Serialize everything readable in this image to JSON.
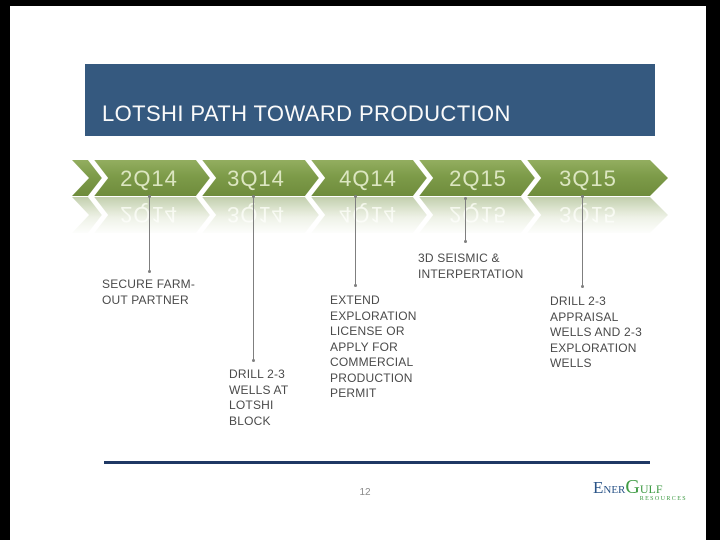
{
  "slide": {
    "title": "LOTSHI PATH TOWARD PRODUCTION",
    "page_number": "12"
  },
  "timeline": {
    "milestones": [
      {
        "quarter": "2Q14",
        "description": "SECURE FARM-\nOUT PARTNER"
      },
      {
        "quarter": "3Q14",
        "description": "DRILL 2-3\nWELLS AT\nLOTSHI\nBLOCK"
      },
      {
        "quarter": "4Q14",
        "description": "EXTEND\nEXPLORATION\nLICENSE OR\nAPPLY FOR\nCOMMERCIAL\nPRODUCTION\nPERMIT"
      },
      {
        "quarter": "2Q15",
        "description": "3D SEISMIC &\nINTERPERTATION"
      },
      {
        "quarter": "3Q15",
        "description": "DRILL 2-3\nAPPRAISAL\nWELLS AND 2-3\nEXPLORATION\nWELLS"
      }
    ]
  },
  "footer": {
    "logo": {
      "part_e": "E",
      "part_ner": "NER",
      "part_g": "G",
      "part_ulf": "ULF",
      "tagline": "RESOURCES"
    }
  },
  "colors": {
    "title_bar_blue": "#35597f",
    "chevron_green": "#7d9b49",
    "chevron_label": "#dce6c1",
    "divider_navy": "#1f3864",
    "body_text_gray": "#4a4a4a",
    "logo_blue": "#2a5488",
    "logo_green": "#3f9b44"
  }
}
